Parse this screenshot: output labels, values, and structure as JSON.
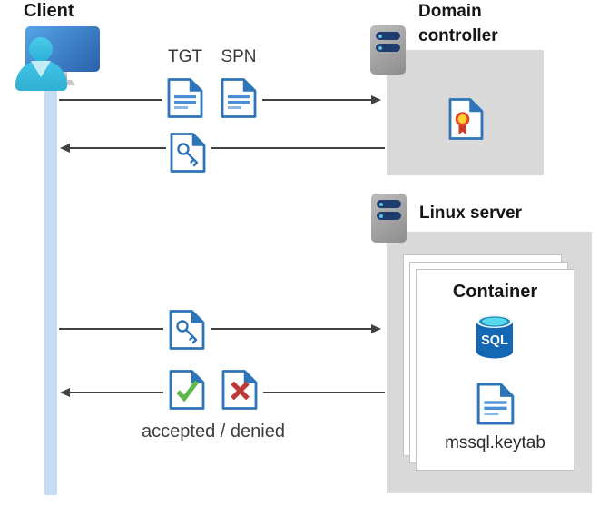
{
  "client": {
    "label": "Client"
  },
  "domain_controller": {
    "label": "Domain controller"
  },
  "linux_server": {
    "label": "Linux server"
  },
  "container": {
    "label": "Container",
    "sql_badge": "SQL",
    "keytab_label": "mssql.keytab"
  },
  "messages": {
    "tgt_label": "TGT",
    "spn_label": "SPN",
    "result_label": "accepted / denied"
  },
  "icons": {
    "client": "user-computer-icon",
    "domain_controller": "server-icon",
    "linux_server": "server-icon",
    "certificate": "certificate-icon",
    "tgt": "text-document-icon",
    "spn": "text-document-icon",
    "ticket": "key-document-icon",
    "accepted": "check-document-icon",
    "denied": "x-document-icon",
    "sql": "sql-database-icon",
    "keytab": "text-document-icon"
  },
  "colors": {
    "doc_blue": "#2e74b8",
    "doc_line_blue": "#4a90d8",
    "doc_line_light": "#8cb6e4",
    "box_gray": "#d9d9d9",
    "arrow_gray": "#424242",
    "lifeline_blue": "#c6dcf5",
    "monitor_blue_start": "#55a4e6",
    "monitor_blue_end": "#2a61aa",
    "person_cyan": "#38bfe2",
    "server_bar_navy": "#1e3c6e",
    "server_dot_cyan": "#4fc8ea",
    "check_green": "#5cb84a",
    "deny_red": "#bf3838",
    "seal_red": "#e2432c",
    "seal_yellow": "#ffd22e",
    "sql_body_blue": "#1467b2",
    "sql_top_cyan": "#57d9ef"
  }
}
